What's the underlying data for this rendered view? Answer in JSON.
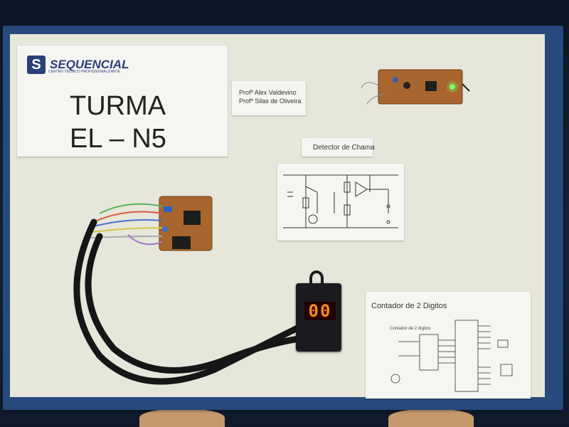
{
  "logo": {
    "brand": "SEQUENCIAL",
    "tagline": "CENTRO TÉCNICO PROFISSIONALIZANTE"
  },
  "title": {
    "line1": "TURMA",
    "line2": "EL – N5"
  },
  "professors": {
    "line1": "Profº Alex Valdevino",
    "line2": "Profº Silas de Oliveira"
  },
  "detector": {
    "label": "Detector de Chama"
  },
  "counter": {
    "label": "Contador de 2 Digitos",
    "sub_label": "Contador de 2 dígitos"
  },
  "display": {
    "value": "00"
  },
  "colors": {
    "board_blue": "#27497d",
    "panel": "#e6e6da",
    "display_digits": "#ff8a1e",
    "pcb": "#a8652e"
  }
}
